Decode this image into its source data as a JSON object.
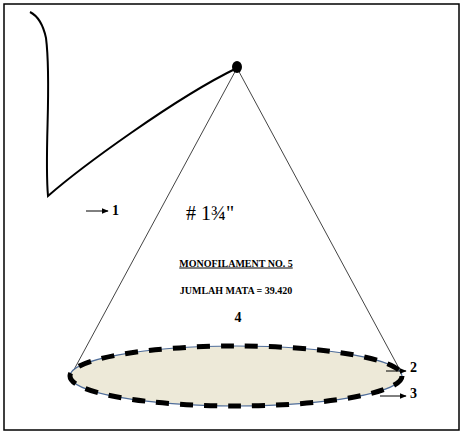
{
  "diagram": {
    "labels": [
      "1",
      "# 1¾\"",
      "MONOFILAMENT NO. 5",
      "JUMLAH MATA = 39.420",
      "4",
      "2",
      "3"
    ]
  }
}
